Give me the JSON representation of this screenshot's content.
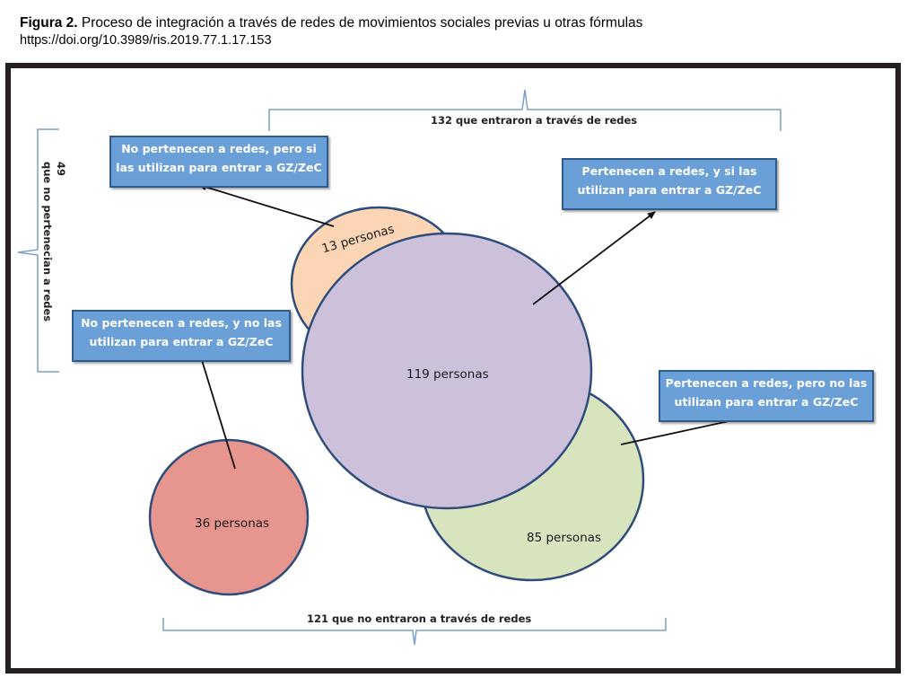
{
  "caption": {
    "label": "Figura 2.",
    "title": " Proceso de integración a través de redes de movimientos sociales previas u otras fórmulas",
    "doi": "https://doi.org/10.3989/ris.2019.77.1.17.153"
  },
  "diagram": {
    "brackets": {
      "top": "132  que entraron a través de redes",
      "bottom": "121  que no entraron a través de redes",
      "left_count": "49",
      "left_text": "que no pertenecian a redes"
    },
    "circles": {
      "orange": "13 personas",
      "purple": "119 personas",
      "green": "85 personas",
      "red": "36 personas"
    },
    "boxes": {
      "top_left": [
        "No pertenecen  a redes, pero si",
        "las utilizan para entrar a GZ/ZeC"
      ],
      "top_right": [
        "Pertenecen a redes, y si las",
        "utilizan para entrar a GZ/ZeC"
      ],
      "mid_left": [
        "No pertenecen  a redes, y no  las",
        "utilizan para entrar a GZ/ZeC"
      ],
      "mid_right": [
        "Pertenecen a redes, pero no las",
        "utilizan para entrar a GZ/ZeC"
      ]
    },
    "colors": {
      "orange": "#fcd5b4",
      "purple": "#ccc0da",
      "green": "#d7e4bd",
      "red": "#e6958f",
      "circle_stroke": "#2e4d7b",
      "box_fill": "#6a9fd8",
      "frame": "#231f20"
    }
  }
}
